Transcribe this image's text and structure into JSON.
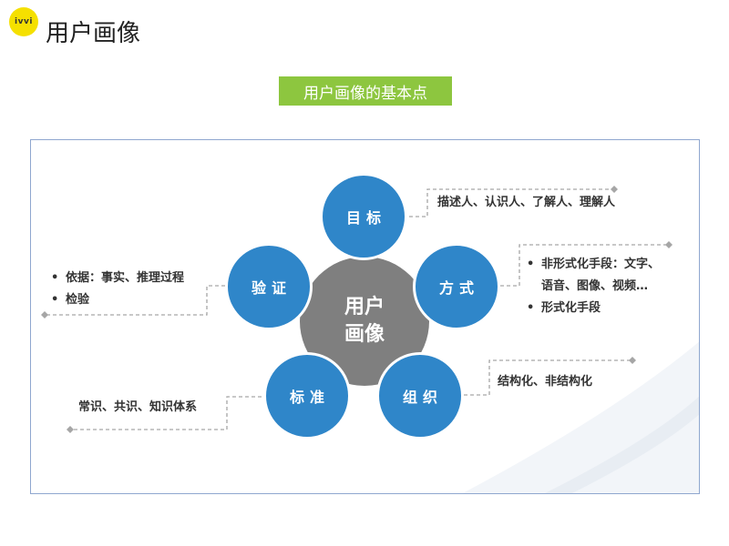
{
  "header": {
    "logo_text": "ivvi",
    "title": "用户画像"
  },
  "banner": {
    "label": "用户画像的基本点"
  },
  "diagram": {
    "center": {
      "line1": "用户",
      "line2": "画像"
    },
    "petals": {
      "goal": "目标",
      "method": "方式",
      "organize": "组织",
      "standard": "标准",
      "verify": "验证"
    },
    "notes": {
      "goal": "描述人、认识人、了解人、理解人",
      "method": [
        "非形式化手段：文字、",
        "语音、图像、视频…",
        "形式化手段"
      ],
      "organize": "结构化、非结构化",
      "standard": "常识、共识、知识体系",
      "verify": [
        "依据：事实、推理过程",
        "检验"
      ]
    },
    "colors": {
      "petal": "#2f86c9",
      "center": "#7f7f7f",
      "banner": "#8dc63f",
      "frame": "#8fa7cf",
      "leader": "#a6a6a6"
    }
  }
}
